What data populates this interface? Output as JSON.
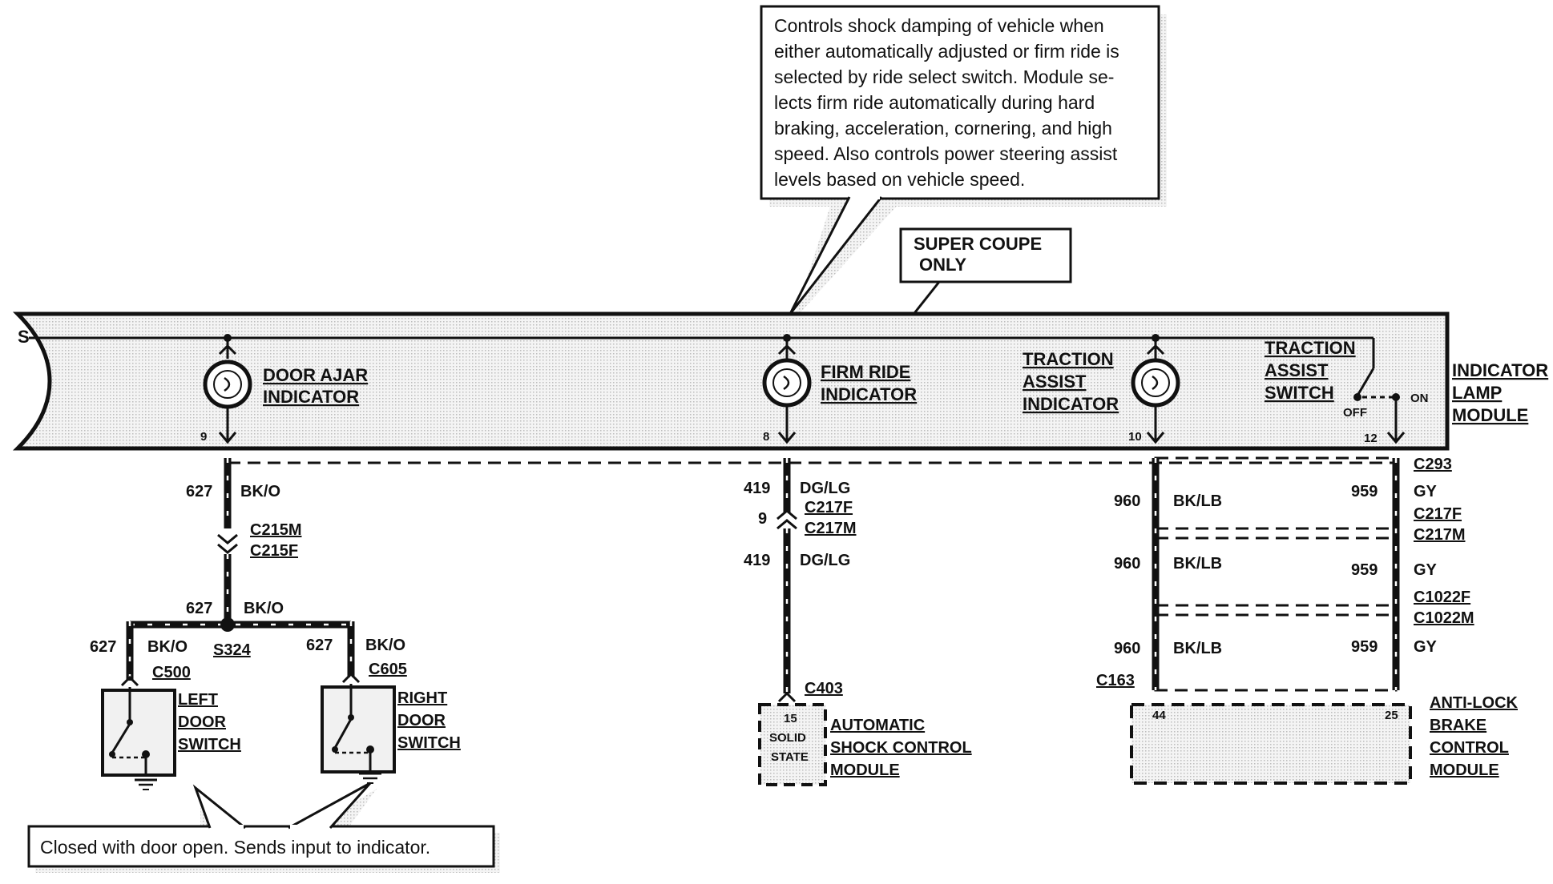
{
  "callout_top": {
    "lines": [
      "Controls shock damping of vehicle when",
      "either automatically adjusted or firm ride is",
      "selected by ride select switch. Module se-",
      "lects firm ride automatically during hard",
      "braking, acceleration, cornering, and high",
      "speed. Also controls power steering assist",
      "levels based on vehicle speed."
    ]
  },
  "super_coupe": {
    "line1": "SUPER COUPE",
    "line2": "ONLY"
  },
  "module": {
    "l1": "INDICATOR",
    "l2": "LAMP",
    "l3": "MODULE",
    "s_mark": "S"
  },
  "door_ajar": {
    "l1": "DOOR AJAR",
    "l2": "INDICATOR",
    "pin": "9"
  },
  "firm_ride": {
    "l1": "FIRM RIDE",
    "l2": "INDICATOR",
    "pin": "8"
  },
  "traction_ind": {
    "l1": "TRACTION",
    "l2": "ASSIST",
    "l3": "INDICATOR",
    "pin": "10"
  },
  "traction_sw": {
    "l1": "TRACTION",
    "l2": "ASSIST",
    "l3": "SWITCH",
    "off": "OFF",
    "on": "ON",
    "pin": "12"
  },
  "left_branch": {
    "circuit": "627",
    "color": "BK/O",
    "conn_m": "C215M",
    "conn_f": "C215F",
    "splice": "S324",
    "left_circuit": "627",
    "left_color": "BK/O",
    "left_conn": "C500",
    "right_circuit": "627",
    "right_color": "BK/O",
    "right_conn": "C605",
    "left_sw": {
      "l1": "LEFT",
      "l2": "DOOR",
      "l3": "SWITCH"
    },
    "right_sw": {
      "l1": "RIGHT",
      "l2": "DOOR",
      "l3": "SWITCH"
    }
  },
  "mid_branch": {
    "circuit_a": "419",
    "color_a": "DG/LG",
    "conn_f": "C217F",
    "conn_pin": "9",
    "conn_m": "C217M",
    "circuit_b": "419",
    "color_b": "DG/LG",
    "conn_bottom": "C403",
    "module_pin": "15",
    "module_s1": "SOLID",
    "module_s2": "STATE",
    "module_label": {
      "l1": "AUTOMATIC",
      "l2": "SHOCK CONTROL",
      "l3": "MODULE"
    }
  },
  "right_branch": {
    "c293": "C293",
    "w1_num": "960",
    "w1_col": "BK/LB",
    "w2_num": "959",
    "w2_col": "GY",
    "c217f": "C217F",
    "c217m": "C217M",
    "w3_num": "960",
    "w3_col": "BK/LB",
    "w4_num": "959",
    "w4_col": "GY",
    "c1022f": "C1022F",
    "c1022m": "C1022M",
    "w5_num": "960",
    "w5_col": "BK/LB",
    "w6_num": "959",
    "w6_col": "GY",
    "c163": "C163",
    "pin_44": "44",
    "pin_25": "25",
    "abs_label": {
      "l1": "ANTI-LOCK",
      "l2": "BRAKE",
      "l3": "CONTROL",
      "l4": "MODULE"
    }
  },
  "callout_bottom": {
    "text": "Closed with door open. Sends input to indicator."
  }
}
